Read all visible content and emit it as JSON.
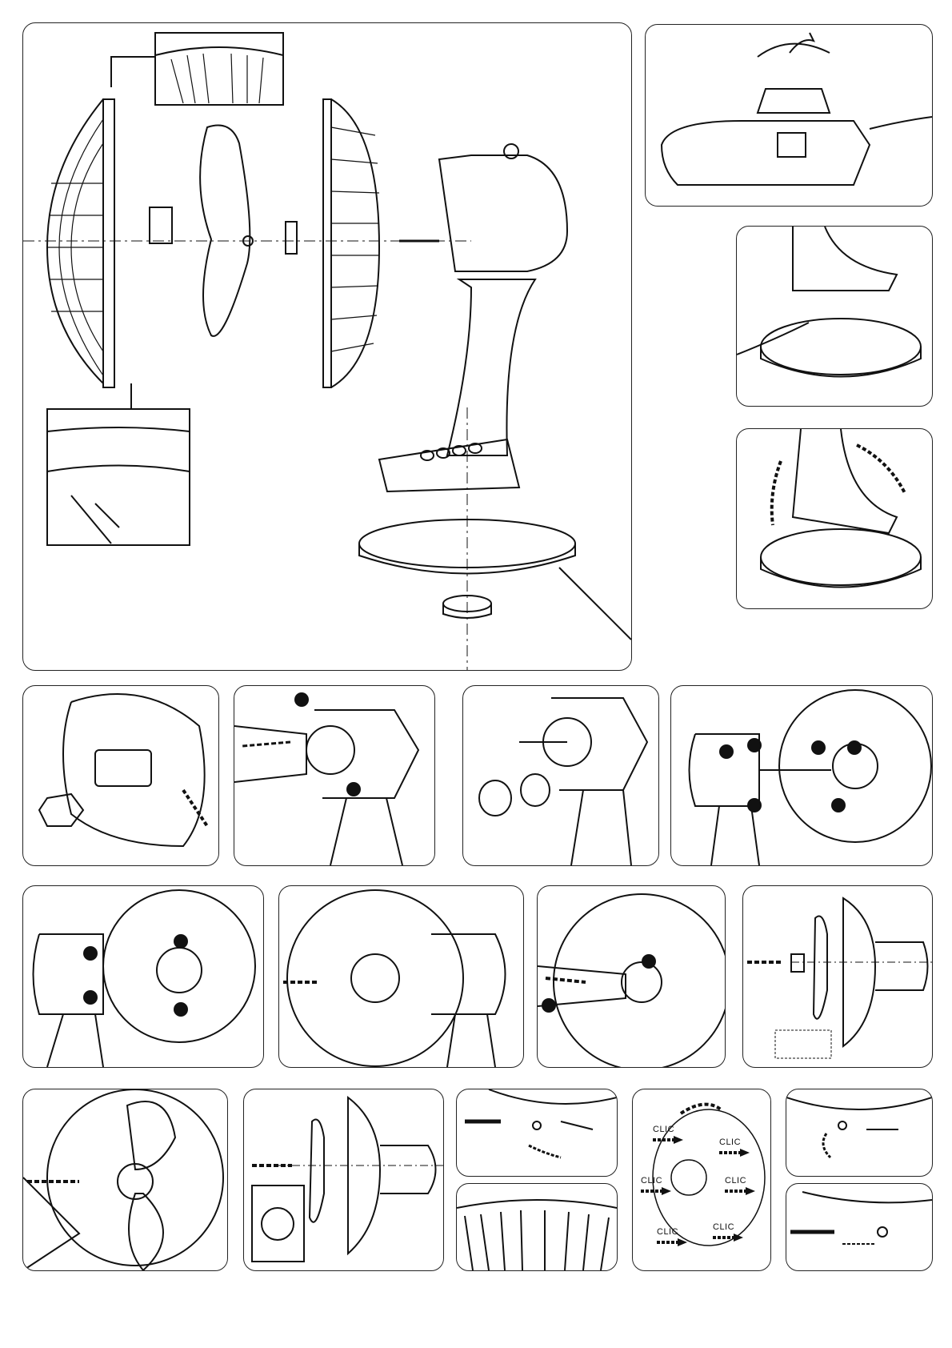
{
  "document": {
    "subject": "Desk fan assembly instructions",
    "panels": [
      {
        "id": "exploded-view",
        "description": "Exploded view of fan: rear grille, fan blade, nuts, front grille, motor head, stand and base"
      },
      {
        "id": "base-nut",
        "description": "Screwing base nut under base"
      },
      {
        "id": "stand-on-base",
        "description": "Stand mounted on base"
      },
      {
        "id": "stand-tilt",
        "description": "Tilting stand onto base"
      },
      {
        "id": "step-1",
        "description": "Fit nut under base"
      },
      {
        "id": "step-2",
        "description": "Unscrew grille nut from motor"
      },
      {
        "id": "step-3",
        "description": "Nuts removed from shaft"
      },
      {
        "id": "step-4",
        "description": "Align rear grille on motor"
      },
      {
        "id": "step-5",
        "description": "Rear grille positioned"
      },
      {
        "id": "step-6",
        "description": "Push rear grille onto motor"
      },
      {
        "id": "step-7",
        "description": "Tighten grille nut"
      },
      {
        "id": "step-8",
        "description": "Fit blade onto shaft"
      },
      {
        "id": "step-9",
        "description": "Tighten blade cap"
      },
      {
        "id": "step-10",
        "description": "Blade cap detail"
      },
      {
        "id": "step-11",
        "description": "Screw clip on grille rim"
      },
      {
        "id": "step-12",
        "description": "Grille rim detail"
      },
      {
        "id": "step-13",
        "description": "Clip front grille"
      },
      {
        "id": "step-14",
        "description": "Close clip"
      },
      {
        "id": "step-15",
        "description": "Tighten clip screw"
      }
    ],
    "clic_labels": [
      "CLIC",
      "CLIC",
      "CLIC",
      "CLIC",
      "CLIC",
      "CLIC"
    ],
    "line_color": "#111111",
    "background_color": "#ffffff"
  }
}
